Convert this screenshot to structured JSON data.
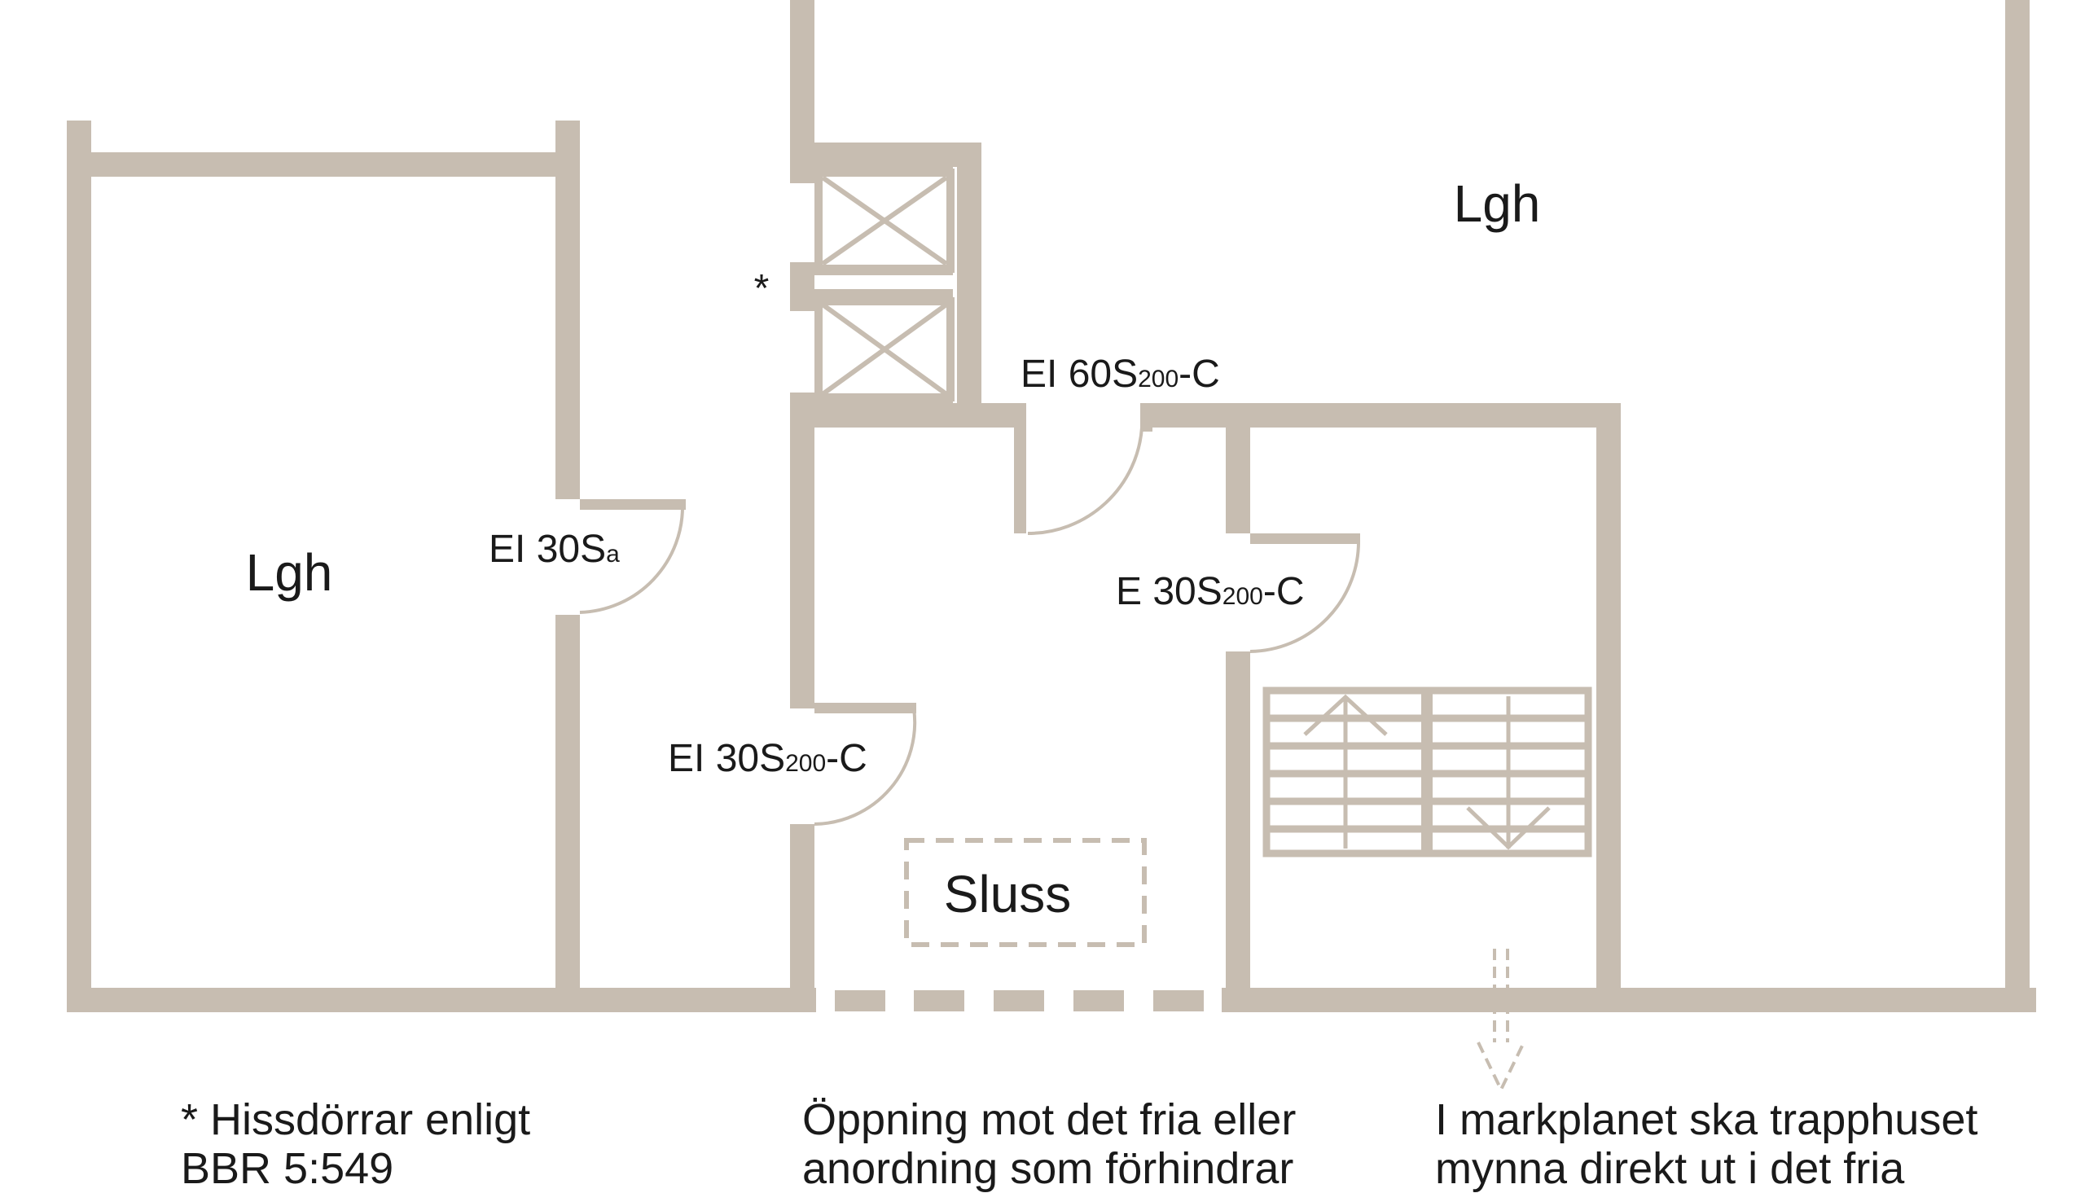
{
  "colors": {
    "wall": "#c7bdb1",
    "text": "#1a1a1a",
    "background": "#ffffff"
  },
  "rooms": {
    "left_apartment": "Lgh",
    "right_apartment": "Lgh",
    "sluss": "Sluss"
  },
  "asterisk": "*",
  "doors": {
    "apartment_left": {
      "main": "EI 30S",
      "sub": "a"
    },
    "elevator_lobby": {
      "main": "EI 60S",
      "sub": "200",
      "suffix": "-C"
    },
    "stairwell": {
      "main": "E 30S",
      "sub": "200",
      "suffix": "-C"
    },
    "sluss_door": {
      "main": "EI 30S",
      "sub": "200",
      "suffix": "-C"
    }
  },
  "notes": {
    "elevator": {
      "line1": "* Hissdörrar enligt",
      "line2": "BBR 5:549"
    },
    "opening": {
      "line1": "Öppning mot det fria eller",
      "line2": "anordning som förhindrar"
    },
    "ground": {
      "line1": "I markplanet ska trapphuset",
      "line2": "mynna direkt ut i det fria"
    }
  },
  "icons": [
    "elevator-icon",
    "elevator-icon",
    "stair-up-arrow-icon",
    "stair-down-arrow-icon",
    "exit-arrow-icon"
  ]
}
